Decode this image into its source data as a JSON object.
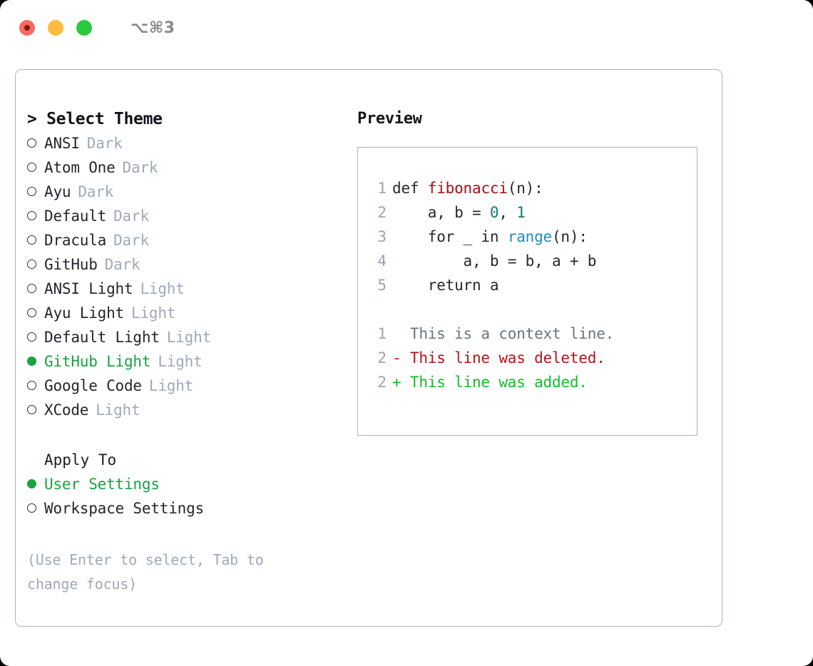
{
  "titlebar": {
    "shortcut": "⌥⌘3",
    "lights": [
      "close-red",
      "minimize-yellow",
      "zoom-green"
    ]
  },
  "left": {
    "list_title": "> Select Theme",
    "themes": [
      {
        "name": "ANSI",
        "kind": "Dark",
        "selected": false
      },
      {
        "name": "Atom One",
        "kind": "Dark",
        "selected": false
      },
      {
        "name": "Ayu",
        "kind": "Dark",
        "selected": false
      },
      {
        "name": "Default",
        "kind": "Dark",
        "selected": false
      },
      {
        "name": "Dracula",
        "kind": "Dark",
        "selected": false
      },
      {
        "name": "GitHub",
        "kind": "Dark",
        "selected": false
      },
      {
        "name": "ANSI Light",
        "kind": "Light",
        "selected": false
      },
      {
        "name": "Ayu Light",
        "kind": "Light",
        "selected": false
      },
      {
        "name": "Default Light",
        "kind": "Light",
        "selected": false
      },
      {
        "name": "GitHub Light",
        "kind": "Light",
        "selected": true
      },
      {
        "name": "Google Code",
        "kind": "Light",
        "selected": false
      },
      {
        "name": "XCode",
        "kind": "Light",
        "selected": false
      }
    ],
    "apply_to": {
      "title": "Apply To",
      "options": [
        {
          "label": "User Settings",
          "selected": true
        },
        {
          "label": "Workspace Settings",
          "selected": false
        }
      ]
    },
    "hint": "(Use Enter to select, Tab to change focus)"
  },
  "right": {
    "preview_title": "Preview",
    "code_lines": [
      {
        "num": "1",
        "segments": [
          {
            "text": "def ",
            "tok": "plain"
          },
          {
            "text": "fibonacci",
            "tok": "fn"
          },
          {
            "text": "(n):",
            "tok": "plain"
          }
        ]
      },
      {
        "num": "2",
        "segments": [
          {
            "text": "    a, b = ",
            "tok": "plain"
          },
          {
            "text": "0",
            "tok": "num"
          },
          {
            "text": ", ",
            "tok": "plain"
          },
          {
            "text": "1",
            "tok": "num"
          }
        ]
      },
      {
        "num": "3",
        "segments": [
          {
            "text": "    for _ in ",
            "tok": "plain"
          },
          {
            "text": "range",
            "tok": "call"
          },
          {
            "text": "(n):",
            "tok": "plain"
          }
        ]
      },
      {
        "num": "4",
        "segments": [
          {
            "text": "        a, b = b, a + b",
            "tok": "plain"
          }
        ]
      },
      {
        "num": "5",
        "segments": [
          {
            "text": "    return a",
            "tok": "plain"
          }
        ]
      }
    ],
    "diff_lines": [
      {
        "num": "1",
        "marker": " ",
        "text": "  This is a context line.",
        "kind": "ctx"
      },
      {
        "num": "2",
        "marker": "-",
        "text": "- This line was deleted.",
        "kind": "del"
      },
      {
        "num": "2",
        "marker": "+",
        "text": "+ This line was added.",
        "kind": "add"
      }
    ]
  },
  "colors": {
    "accent_green": "#17a33f",
    "muted_gray": "#9fa9b7",
    "border": "#aab4c4",
    "syntax_function": "#a50f14",
    "syntax_number": "#0b7d72",
    "syntax_call": "#1f8bbd",
    "diff_context": "#6a737d",
    "diff_deleted": "#b5141a",
    "diff_added": "#0fbf28",
    "light_red": "#fb6a61",
    "light_yellow": "#fcbc40",
    "light_green": "#2ac940"
  }
}
